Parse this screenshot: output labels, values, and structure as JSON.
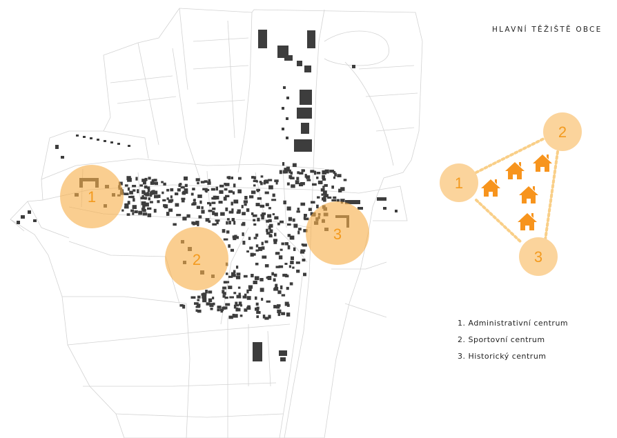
{
  "title": "HLAVNÍ TĚŽIŠTĚ OBCE",
  "centers": [
    {
      "label": "1",
      "name": "Administrativní centrum"
    },
    {
      "label": "2",
      "name": "Sportovní centrum"
    },
    {
      "label": "3",
      "name": "Historický centrum"
    }
  ],
  "legend": [
    "1. Administrativní centrum",
    "2. Sportovní centrum",
    "3. Historický centrum"
  ],
  "colors": {
    "center_fill": "#f7b04c",
    "center_label": "#f39a1e",
    "diagram_circle": "#fbd49c",
    "dotted_line": "#f9cf88",
    "house_icon": "#f7941d",
    "building": "#3d3d3d",
    "parcel_line": "#d2d2d2"
  },
  "icons": {
    "house": "house-icon"
  }
}
